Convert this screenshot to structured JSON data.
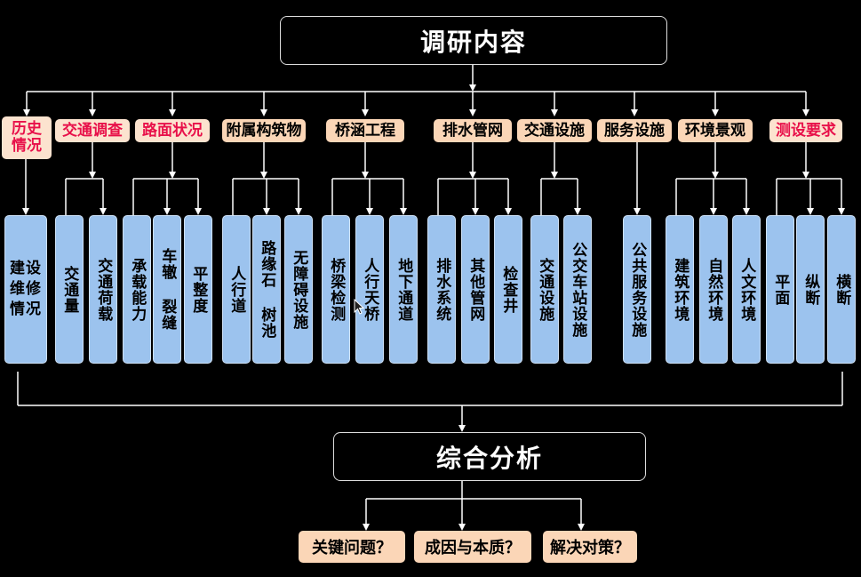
{
  "top": {
    "title": "调研内容"
  },
  "categories": [
    {
      "label": "历史\n情况",
      "red": true
    },
    {
      "label": "交通调查",
      "red": true
    },
    {
      "label": "路面状况",
      "red": true
    },
    {
      "label": "附属构筑物",
      "red": false
    },
    {
      "label": "桥涵工程",
      "red": false
    },
    {
      "label": "排水管网",
      "red": false
    },
    {
      "label": "交通设施",
      "red": false
    },
    {
      "label": "服务设施",
      "red": false
    },
    {
      "label": "环境景观",
      "red": false
    },
    {
      "label": "测设要求",
      "red": true
    }
  ],
  "items": [
    "建设维修情况",
    "交通量",
    "交通荷载",
    "承载能力",
    "车辙 裂缝",
    "平整度",
    "人行道",
    "路缘石 树池",
    "无障碍设施",
    "桥梁检测",
    "人行天桥",
    "地下通道",
    "排水系统",
    "其他管网",
    "检查井",
    "交通设施",
    "公交车站设施",
    "公共服务设施",
    "建筑环境",
    "自然环境",
    "人文环境",
    "平面",
    "纵断",
    "横断"
  ],
  "bottom": {
    "title": "综合分析"
  },
  "questions": [
    "关键问题？",
    "成因与本质？",
    "解决对策？"
  ],
  "colors": {
    "background": "#000000",
    "category_fill": "#fbd6b7",
    "category_red_text": "#e8104a",
    "item_fill": "#9cc3ee",
    "line": "#ffffff"
  }
}
